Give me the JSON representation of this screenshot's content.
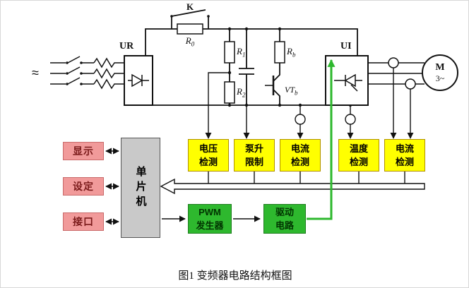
{
  "caption": "图1 变频器电路结构框图",
  "circuit": {
    "ac_symbol": "≈",
    "contactor": "K",
    "rectifier": "UR",
    "inverter": "UI",
    "r0": {
      "base": "R",
      "sub": "0"
    },
    "r1": {
      "base": "R",
      "sub": "1"
    },
    "r2": {
      "base": "R",
      "sub": "2"
    },
    "rb": {
      "base": "R",
      "sub": "b"
    },
    "vtb": {
      "base": "VT",
      "sub": "b"
    },
    "motor": {
      "symbol": "M",
      "phase": "3~"
    }
  },
  "blocks": {
    "left": [
      {
        "label": "显示"
      },
      {
        "label": "设定"
      },
      {
        "label": "接口"
      }
    ],
    "mcu": "单片机",
    "detectors": [
      {
        "line1": "电压",
        "line2": "检测"
      },
      {
        "line1": "泵升",
        "line2": "限制"
      },
      {
        "line1": "电流",
        "line2": "检测"
      },
      {
        "line1": "温度",
        "line2": "检测"
      },
      {
        "line1": "电流",
        "line2": "检测"
      }
    ],
    "pwm": {
      "line1": "PWM",
      "line2": "发生器"
    },
    "drive": {
      "line1": "驱动",
      "line2": "电路"
    }
  },
  "colors": {
    "io_box": "#f19a9a",
    "mcu_box": "#c9c9c9",
    "detector_box": "#ffff00",
    "control_box": "#2eb82e",
    "gate_line": "#2eb82e",
    "wire": "#111111"
  }
}
